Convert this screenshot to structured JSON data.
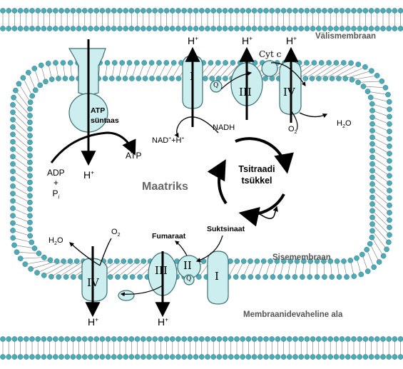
{
  "regions": {
    "outer_membrane": "Välismembraan",
    "inner_membrane": "Sisemembraan",
    "intermembrane_space": "Membraanidevaheline ala",
    "matrix": "Maatriks"
  },
  "cycle": {
    "line1": "Tsitraadi",
    "line2": "tsükkel"
  },
  "atp_synthase": {
    "line1": "ATP",
    "line2": "süntaas"
  },
  "complexes": {
    "c1": "I",
    "c2": "II",
    "c3": "III",
    "c4": "IV",
    "q": "Q",
    "cytc": "Cyt c"
  },
  "molecules": {
    "atp": "ATP",
    "adp": "ADP",
    "plus": "+",
    "pi_p": "P",
    "pi_i": "i",
    "nadh": "NADH",
    "nad": "NAD",
    "nad_rest": "+H",
    "plus_sign": "+",
    "succinate": "Suktsinaat",
    "fumarate": "Fumaraat",
    "h": "H",
    "h2o_h": "H",
    "h2o_two": "2",
    "h2o_o": "O",
    "o": "O",
    "two": "2"
  },
  "colors": {
    "lipid_head": "#4faab6",
    "lipid_edge": "#2f7f88",
    "protein_fill": "#cdeeee",
    "protein_edge": "#3a6e72"
  }
}
